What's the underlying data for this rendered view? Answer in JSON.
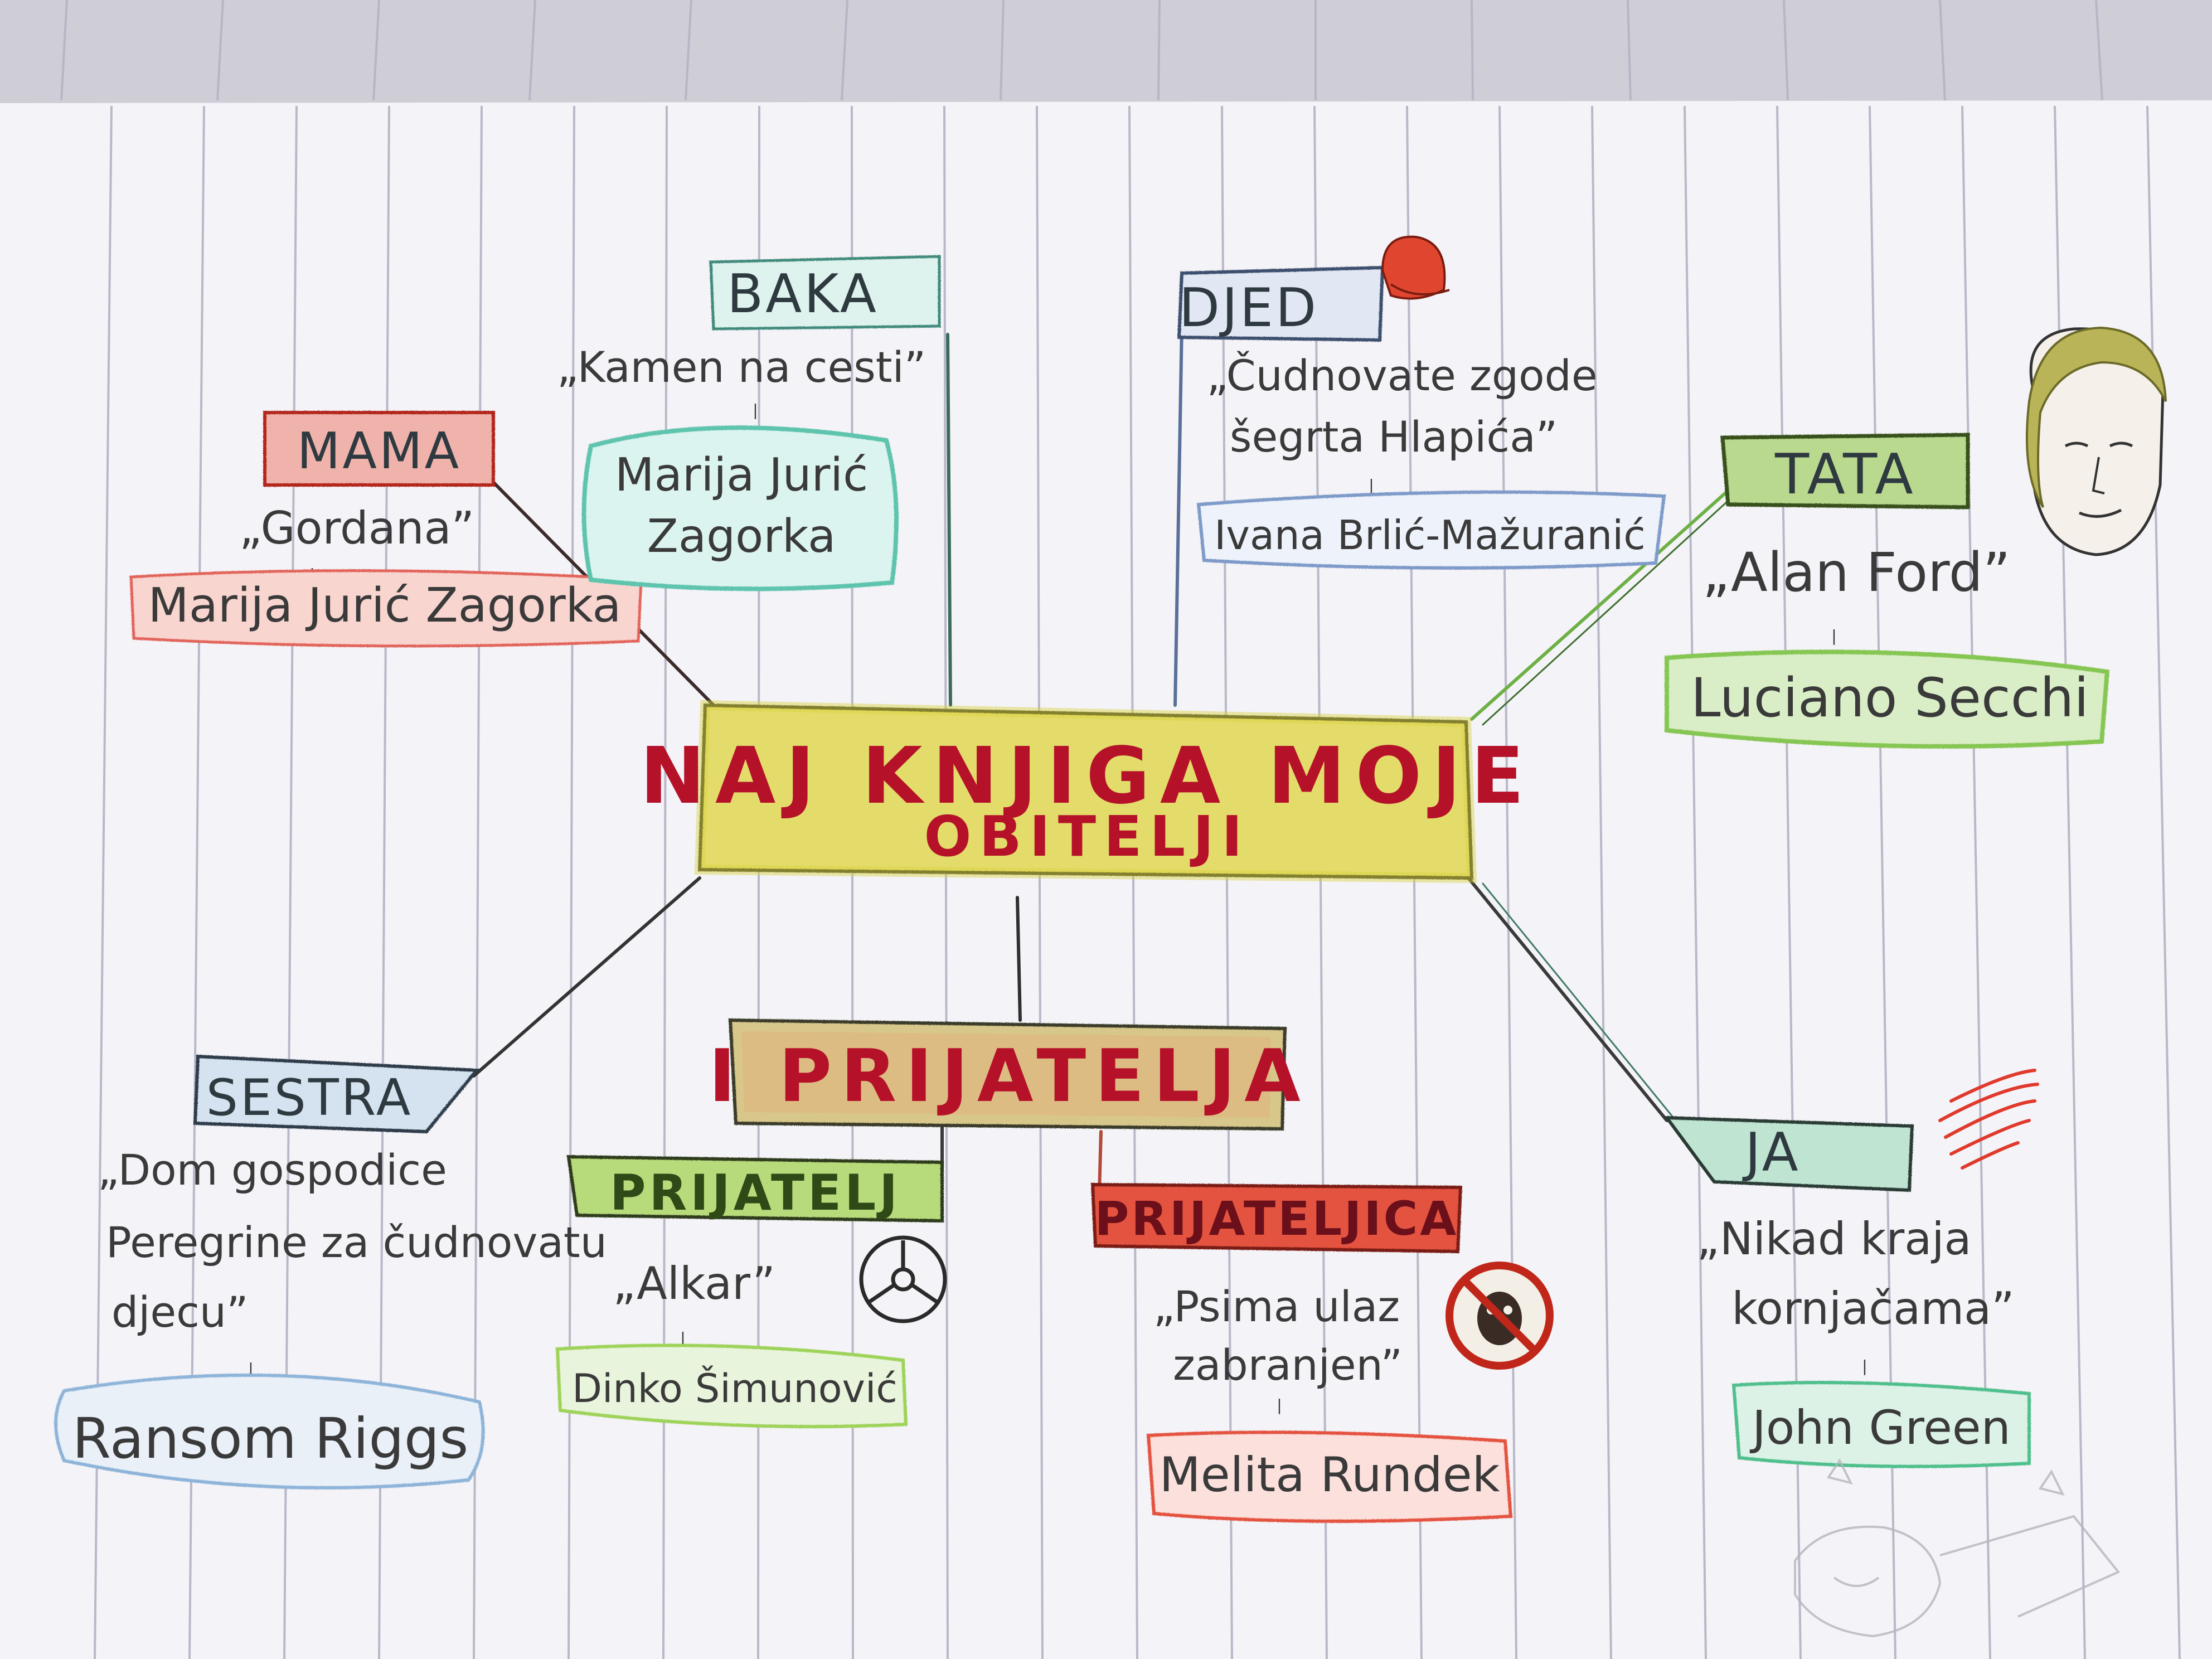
{
  "center": {
    "title_line1": "NAJ KNJIGA MOJE",
    "title_line2": "OBITELJI",
    "subtitle": "I PRIJATELJA"
  },
  "nodes": {
    "mama": {
      "label": "MAMA",
      "book": "„Gordana”",
      "author": "Marija Jurić Zagorka",
      "color": "#e2635a"
    },
    "baka": {
      "label": "BAKA",
      "book": "„Kamen na cesti”",
      "author_line1": "Marija Jurić",
      "author_line2": "Zagorka",
      "color": "#5fc4ad"
    },
    "djed": {
      "label": "DJED",
      "book_line1": "„Čudnovate zgode",
      "book_line2": "šegrta Hlapića”",
      "author": "Ivana Brlić-Mažuranić",
      "color": "#7d9ac9"
    },
    "tata": {
      "label": "TATA",
      "book": "„Alan Ford”",
      "author": "Luciano Secchi",
      "color": "#86c653"
    },
    "sestra": {
      "label": "SESTRA",
      "book_line1": "„Dom gospodice",
      "book_line2": "Peregrine za čudnovatu",
      "book_line3": "djecu”",
      "author": "Ransom Riggs",
      "color": "#8eb4d9"
    },
    "prijatelj": {
      "label": "PRIJATELJ",
      "book": "„Alkar”",
      "author": "Dinko Šimunović",
      "color": "#9ed35a"
    },
    "prijateljica": {
      "label": "PRIJATELJICA",
      "book_line1": "„Psima ulaz",
      "book_line2": "zabranjen”",
      "author": "Melita Rundek",
      "color": "#e4533f"
    },
    "ja": {
      "label": "JA",
      "book_line1": "„Nikad kraja",
      "book_line2": "kornjačama”",
      "author": "John Green",
      "color": "#4fbf8c"
    }
  },
  "colors": {
    "paper": "#f4f3f7",
    "rule_line": "#b9b8c8",
    "center_fill": "#e6dc6a",
    "title_red": "#b5122a",
    "pencil": "#3a3a3a"
  },
  "icons": [
    "cap-icon",
    "face-drawing-icon",
    "steering-wheel-icon",
    "no-dogs-icon",
    "swirl-icon",
    "sketch-figure-icon"
  ]
}
